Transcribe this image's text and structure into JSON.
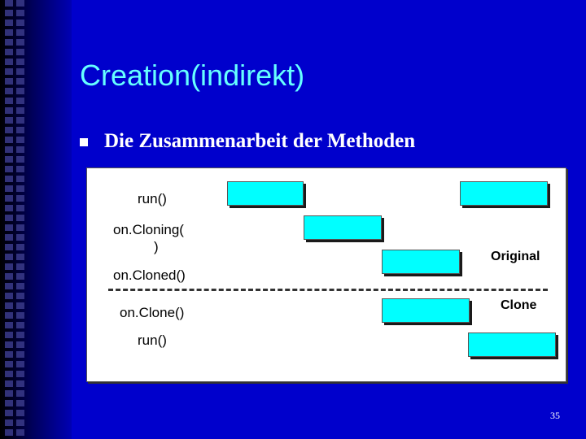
{
  "slide": {
    "title": "Creation(indirekt)",
    "bullet": "Die Zusammenarbeit der Methoden",
    "page_number": "35"
  },
  "diagram": {
    "method_labels": {
      "run_top": "run()",
      "on_cloning_line1": "on.Cloning(",
      "on_cloning_line2": ")",
      "on_cloned": "on.Cloned()",
      "on_clone": "on.Clone()",
      "run_bottom": "run()"
    },
    "object_labels": {
      "original": "Original",
      "clone": "Clone"
    }
  }
}
